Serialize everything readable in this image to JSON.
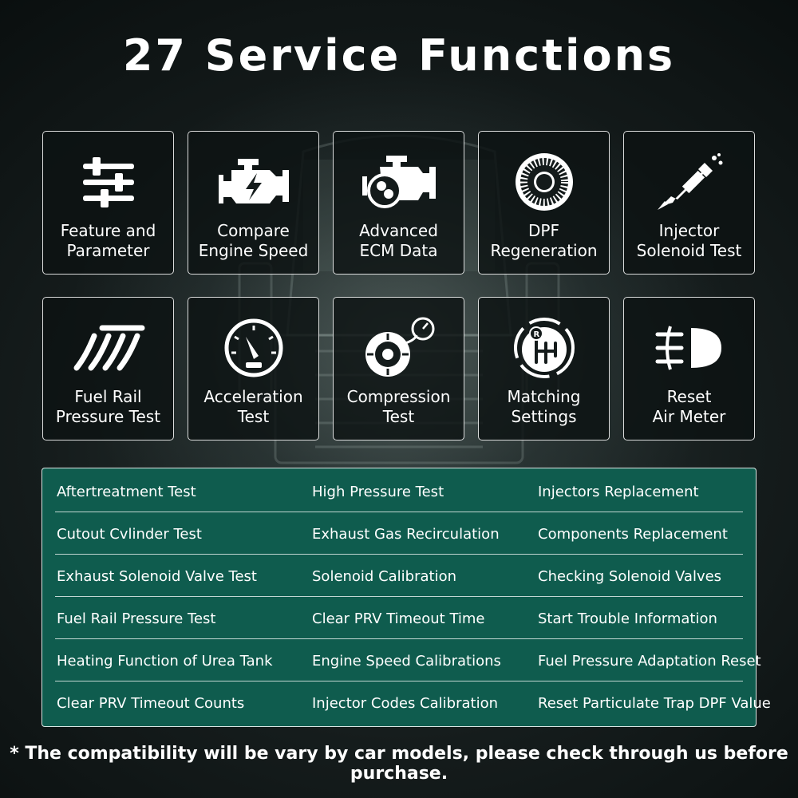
{
  "title": "27 Service Functions",
  "colors": {
    "panel": "#0f5c4e",
    "background": "#151c1c",
    "text": "#ffffff"
  },
  "cards": [
    {
      "label": "Feature and\nParameter",
      "icon": "sliders-icon"
    },
    {
      "label": "Compare\nEngine Speed",
      "icon": "engine-bolt-icon"
    },
    {
      "label": "Advanced\nECM Data",
      "icon": "engine-data-icon"
    },
    {
      "label": "DPF\nRegeneration",
      "icon": "dpf-filter-icon"
    },
    {
      "label": "Injector\nSolenoid Test",
      "icon": "injector-icon"
    },
    {
      "label": "Fuel Rail\nPressure Test",
      "icon": "fuel-rail-icon"
    },
    {
      "label": "Acceleration\nTest",
      "icon": "speedometer-icon"
    },
    {
      "label": "Compression\nTest",
      "icon": "compression-gauge-icon"
    },
    {
      "label": "Matching\nSettings",
      "icon": "gear-shift-icon"
    },
    {
      "label": "Reset\nAir Meter",
      "icon": "headlight-icon"
    }
  ],
  "functions": [
    [
      "Aftertreatment Test",
      "High Pressure Test",
      "Injectors Replacement"
    ],
    [
      "Cutout Cvlinder Test",
      "Exhaust Gas Recirculation",
      "Components Replacement"
    ],
    [
      "Exhaust Solenoid Valve Test",
      "Solenoid Calibration",
      "Checking Solenoid Valves"
    ],
    [
      "Fuel Rail Pressure Test",
      "Clear PRV Timeout Time",
      "Start Trouble Information"
    ],
    [
      "Heating Function of Urea Tank",
      "Engine Speed Calibrations",
      "Fuel Pressure Adaptation Reset"
    ],
    [
      "Clear PRV Timeout Counts",
      "Injector Codes Calibration",
      "Reset Particulate Trap DPF Value"
    ]
  ],
  "footnote": "* The compatibility will be vary by car models, please check through us before purchase."
}
